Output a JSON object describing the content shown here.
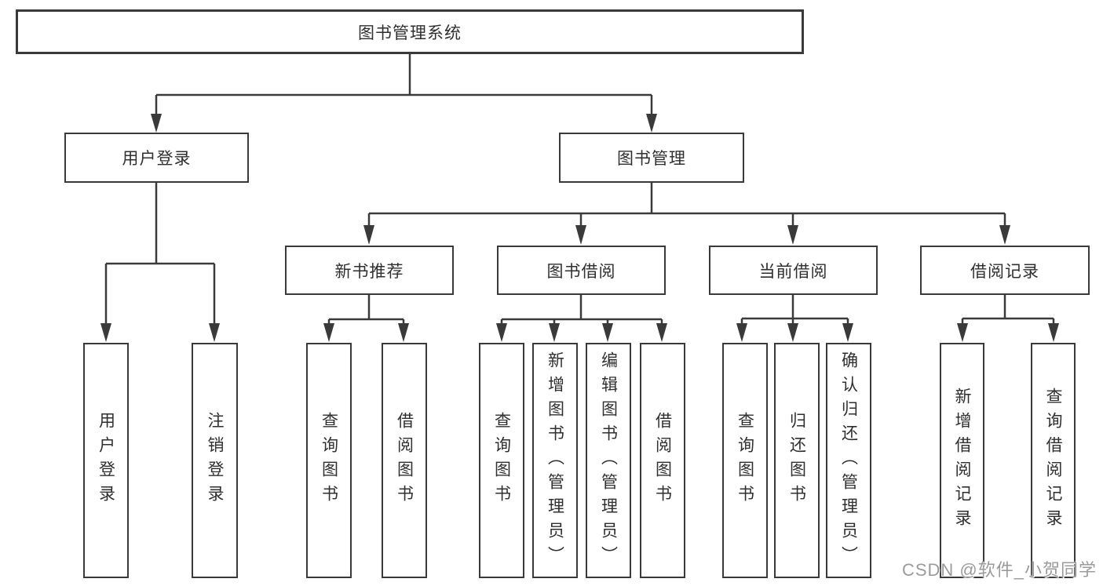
{
  "diagram": {
    "root": {
      "label": "图书管理系统"
    },
    "branches": [
      {
        "label": "用户登录",
        "children": [
          {
            "label": "用户登录"
          },
          {
            "label": "注销登录"
          }
        ]
      },
      {
        "label": "图书管理",
        "children": [
          {
            "label": "新书推荐",
            "children": [
              {
                "label": "查询图书"
              },
              {
                "label": "借阅图书"
              }
            ]
          },
          {
            "label": "图书借阅",
            "children": [
              {
                "label": "查询图书"
              },
              {
                "label": "新增图书（管理员）"
              },
              {
                "label": "编辑图书（管理员）"
              },
              {
                "label": "借阅图书"
              }
            ]
          },
          {
            "label": "当前借阅",
            "children": [
              {
                "label": "查询图书"
              },
              {
                "label": "归还图书"
              },
              {
                "label": "确认归还（管理员）"
              }
            ]
          },
          {
            "label": "借阅记录",
            "children": [
              {
                "label": "新增借阅记录"
              },
              {
                "label": "查询借阅记录"
              }
            ]
          }
        ]
      }
    ]
  },
  "watermark": {
    "text": "CSDN @软件_小贺同学"
  },
  "colors": {
    "background": "#ffffff",
    "line": "#3a3a3a",
    "box_border": "#3a3a3a",
    "text": "#2f2f2f",
    "watermark": "#9b9b9b"
  }
}
